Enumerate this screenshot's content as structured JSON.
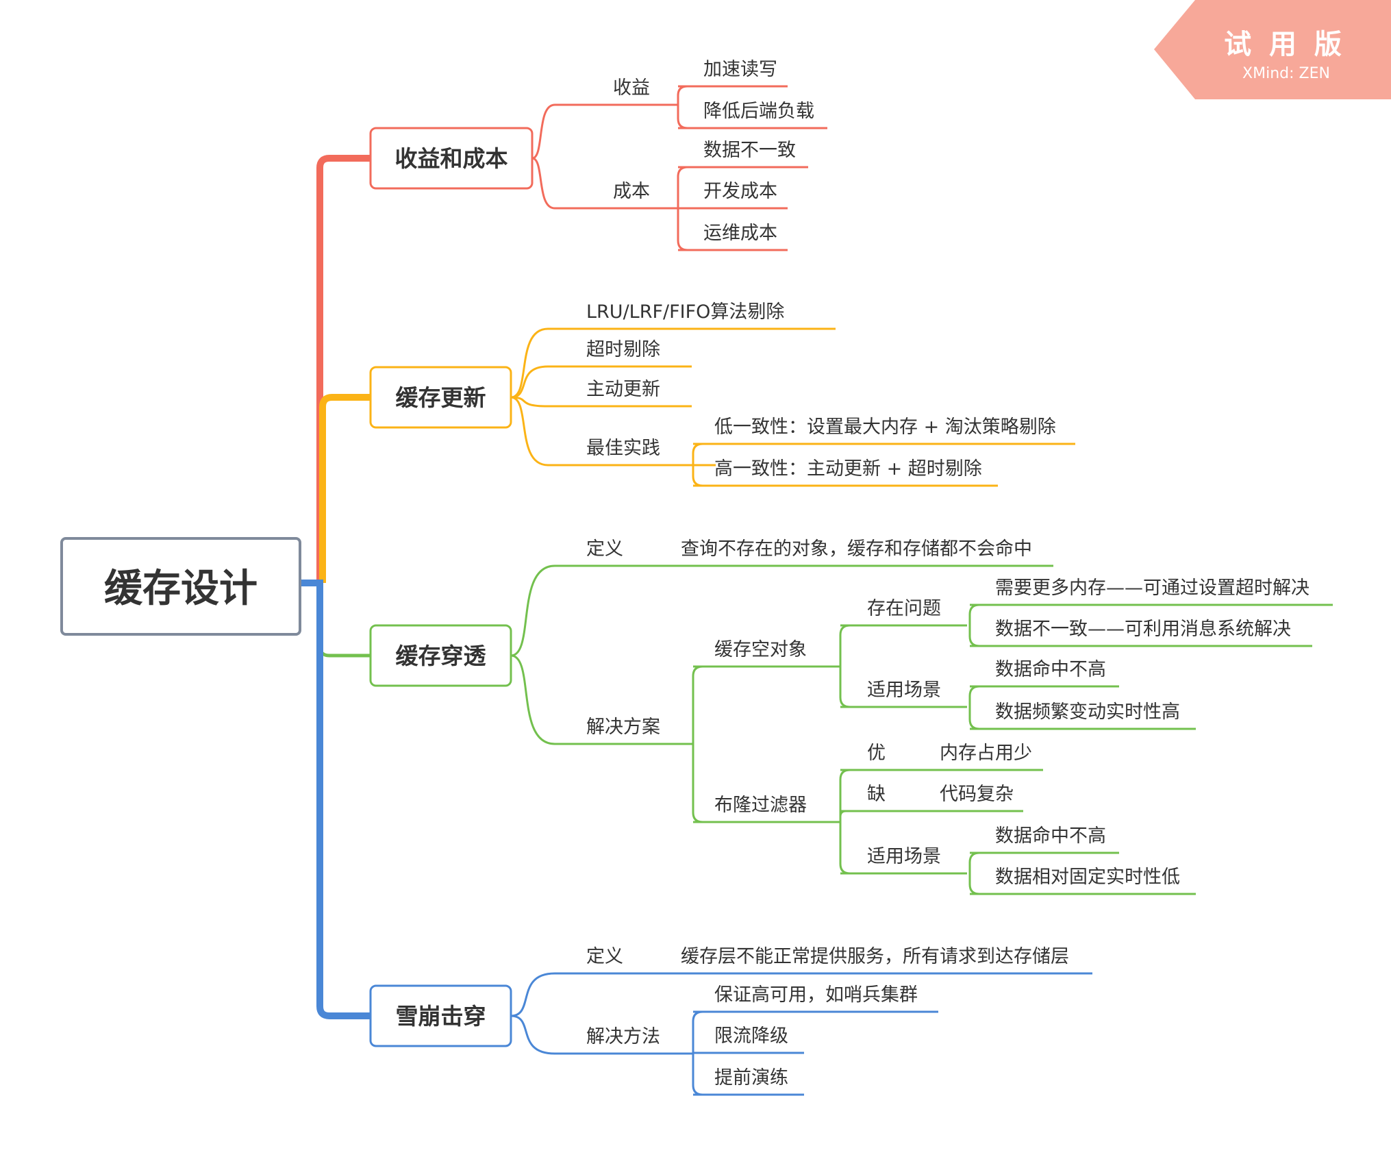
{
  "watermark": {
    "title": "试 用 版",
    "subtitle": "XMind: ZEN",
    "color": "#f7a899"
  },
  "colors": {
    "red": "#f26b5b",
    "yellow": "#fbb316",
    "green": "#73c04e",
    "blue": "#4a87d6",
    "root_border": "#7f8a9b",
    "text": "#333333"
  },
  "root": {
    "label": "缓存设计"
  },
  "branches": [
    {
      "label": "收益和成本",
      "color": "#f26b5b",
      "children": [
        {
          "label": "收益",
          "children": [
            {
              "label": "加速读写"
            },
            {
              "label": "降低后端负载"
            }
          ]
        },
        {
          "label": "成本",
          "children": [
            {
              "label": "数据不一致"
            },
            {
              "label": "开发成本"
            },
            {
              "label": "运维成本"
            }
          ]
        }
      ]
    },
    {
      "label": "缓存更新",
      "color": "#fbb316",
      "children": [
        {
          "label": "LRU/LRF/FIFO算法剔除"
        },
        {
          "label": "超时剔除"
        },
        {
          "label": "主动更新"
        },
        {
          "label": "最佳实践",
          "children": [
            {
              "label": "低一致性：设置最大内存 + 淘汰策略剔除"
            },
            {
              "label": "高一致性：主动更新 + 超时剔除"
            }
          ]
        }
      ]
    },
    {
      "label": "缓存穿透",
      "color": "#73c04e",
      "children": [
        {
          "label": "定义",
          "children": [
            {
              "label": "查询不存在的对象，缓存和存储都不会命中"
            }
          ]
        },
        {
          "label": "解决方案",
          "children": [
            {
              "label": "缓存空对象",
              "children": [
                {
                  "label": "存在问题",
                  "children": [
                    {
                      "label": "需要更多内存——可通过设置超时解决"
                    },
                    {
                      "label": "数据不一致——可利用消息系统解决"
                    }
                  ]
                },
                {
                  "label": "适用场景",
                  "children": [
                    {
                      "label": "数据命中不高"
                    },
                    {
                      "label": "数据频繁变动实时性高"
                    }
                  ]
                }
              ]
            },
            {
              "label": "布隆过滤器",
              "children": [
                {
                  "label": "优",
                  "children": [
                    {
                      "label": "内存占用少"
                    }
                  ]
                },
                {
                  "label": "缺",
                  "children": [
                    {
                      "label": "代码复杂"
                    }
                  ]
                },
                {
                  "label": "适用场景",
                  "children": [
                    {
                      "label": "数据命中不高"
                    },
                    {
                      "label": "数据相对固定实时性低"
                    }
                  ]
                }
              ]
            }
          ]
        }
      ]
    },
    {
      "label": "雪崩击穿",
      "color": "#4a87d6",
      "children": [
        {
          "label": "定义",
          "children": [
            {
              "label": "缓存层不能正常提供服务，所有请求到达存储层"
            }
          ]
        },
        {
          "label": "解决方法",
          "children": [
            {
              "label": "保证高可用，如哨兵集群"
            },
            {
              "label": "限流降级"
            },
            {
              "label": "提前演练"
            }
          ]
        }
      ]
    }
  ]
}
